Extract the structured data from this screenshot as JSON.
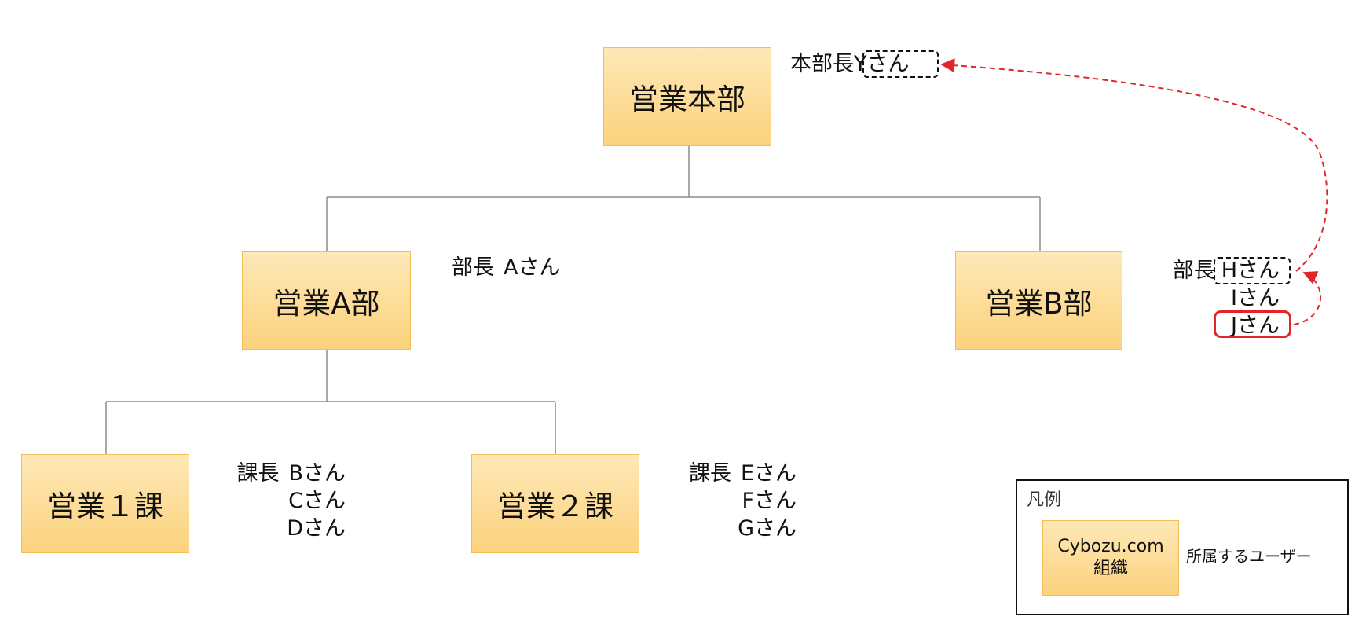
{
  "orgs": {
    "hq": "営業本部",
    "dept_a": "営業A部",
    "dept_b": "営業B部",
    "sec1": "営業１課",
    "sec2": "営業２課"
  },
  "members": {
    "hq": {
      "title": "本部長",
      "head": "Yさん"
    },
    "dept_a": {
      "title": "部長",
      "head": "Aさん"
    },
    "dept_b": {
      "title": "部長",
      "head": "Hさん",
      "others": [
        "Iさん",
        "Jさん"
      ]
    },
    "sec1": {
      "title": "課長",
      "head": "Bさん",
      "others": [
        "Cさん",
        "Dさん"
      ]
    },
    "sec2": {
      "title": "課長",
      "head": "Eさん",
      "others": [
        "Fさん",
        "Gさん"
      ]
    }
  },
  "legend": {
    "title": "凡例",
    "box_line1": "Cybozu.com",
    "box_line2": "組織",
    "description": "所属するユーザー"
  },
  "colors": {
    "org_fill_top": "#fee8b7",
    "org_fill_bottom": "#fcd27d",
    "org_border": "#f2be55",
    "connector": "#8c8c8c",
    "arrow": "#e0262a"
  }
}
